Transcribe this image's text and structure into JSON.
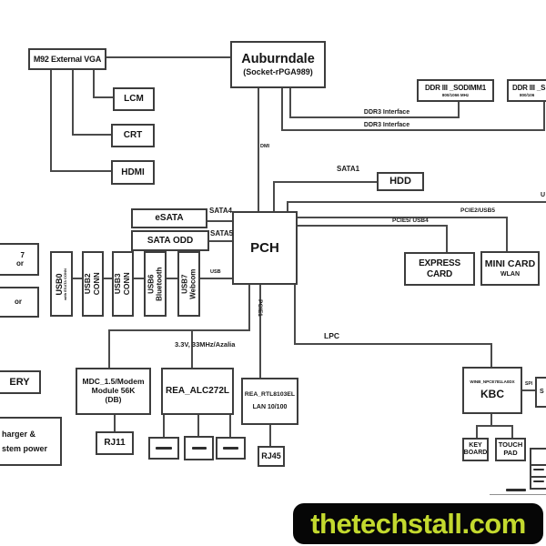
{
  "nodes": {
    "m92": {
      "label": "M92  External VGA"
    },
    "lcm": {
      "label": "LCM"
    },
    "crt": {
      "label": "CRT"
    },
    "hdmi": {
      "label": "HDMI"
    },
    "cpu": {
      "title": "Auburndale",
      "subtitle": "(Socket-rPGA989)"
    },
    "sodimm1": {
      "title": "DDR III _SODIMM1",
      "subtitle": "800/1066 MHz"
    },
    "sodimm2": {
      "title": "DDR III _S",
      "subtitle": "800/106"
    },
    "pch": {
      "label": "PCH"
    },
    "hdd": {
      "label": "HDD"
    },
    "esata": {
      "label": "eSATA"
    },
    "sata_odd": {
      "label": "SATA ODD"
    },
    "express_card": {
      "label": "EXPRESS CARD"
    },
    "mini_card": {
      "title": "MINI CARD",
      "subtitle": "WLAN"
    },
    "usb0": {
      "title": "USB0",
      "subtitle": "with ESATA CONN"
    },
    "usb2": {
      "line1": "USB2",
      "line2": "CONN"
    },
    "usb3": {
      "line1": "USB3",
      "line2": "CONN"
    },
    "usb6": {
      "line1": "USB6",
      "line2": "Bluetooth"
    },
    "usb7": {
      "line1": "USB7",
      "line2": "Webcom"
    },
    "mdc": {
      "line1": "MDC_1.5/Modem",
      "line2": "Module 56K",
      "line3": "(DB)"
    },
    "audio_codec": {
      "label": "REA_ALC272L"
    },
    "lan": {
      "line1": "REA_RTL8103EL",
      "line2": "LAN  10/100"
    },
    "rj11": {
      "label": "RJ11"
    },
    "rj45": {
      "label": "RJ45"
    },
    "kbc": {
      "chip": "WINB_NPCE781LA0DX",
      "label": "KBC"
    },
    "keyboard": {
      "line1": "KEY",
      "line2": "BOARD"
    },
    "touchpad": {
      "line1": "TOUCH",
      "line2": "PAD"
    },
    "battery_cut": {
      "label": "ERY"
    },
    "power_cut": {
      "line1": "harger &",
      "line2": "stem power"
    },
    "left_cut_1": {
      "line1": "7",
      "line2": "or"
    },
    "left_cut_2": {
      "line1": "or"
    },
    "spi_rom_cut": {
      "label": "S"
    }
  },
  "wire_labels": {
    "ddr3_a": "DDR3 Interface",
    "ddr3_b": "DDR3 Interface",
    "dmi": "DMI",
    "sata1": "SATA1",
    "sata4": "SATA4",
    "sata5": "SATA5",
    "usb": "USB",
    "usb_right_fragment": "U",
    "pcie2_usb5": "PCIE2/USB5",
    "pcie5_usb4": "PCIE5/ USB4",
    "pcie1": "PCIE1",
    "azalia": "3.3V, 33MHz/Azalia",
    "lpc": "LPC",
    "spi": "SPI"
  },
  "watermark": {
    "text": "thetechstall.com",
    "text_color": "#c3d92e",
    "bg_color": "#060606"
  }
}
